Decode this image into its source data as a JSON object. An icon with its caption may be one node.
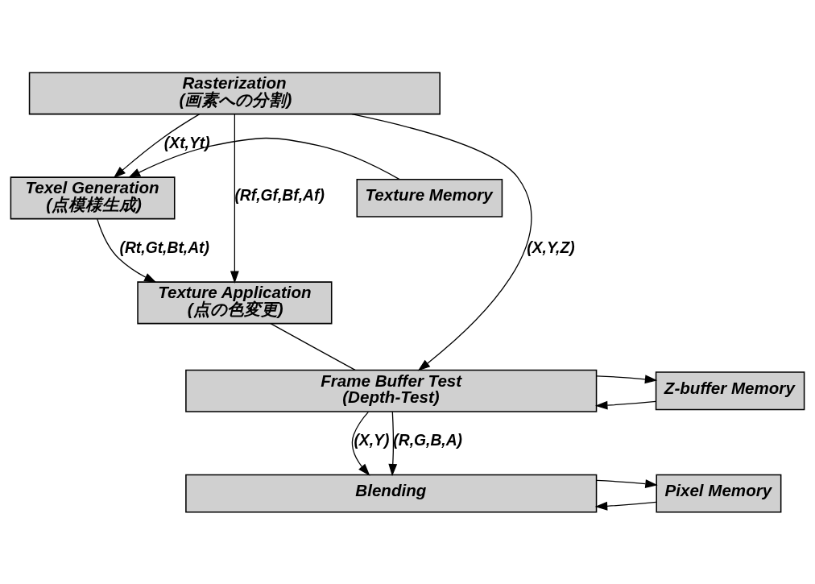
{
  "diagram": {
    "nodes": [
      {
        "text": [
          "Rasterization",
          "(画素への分割)"
        ]
      },
      {
        "text": [
          "Texel Generation",
          "(点模様生成)"
        ]
      },
      {
        "text": [
          "Texture Memory"
        ]
      },
      {
        "text": [
          "Texture Application",
          "(点の色変更)"
        ]
      },
      {
        "text": [
          "Frame Buffer Test",
          "(Depth-Test)"
        ]
      },
      {
        "text": [
          "Z-buffer Memory"
        ]
      },
      {
        "text": [
          "Blending"
        ]
      },
      {
        "text": [
          "Pixel Memory"
        ]
      }
    ],
    "edges": [
      {
        "from": 0,
        "to": 4,
        "arrow": "to",
        "label": "(X,Y,Z)"
      },
      {
        "from": 0,
        "to": 3,
        "arrow": "to",
        "label": "(Rf,Gf,Bf,Af)"
      },
      {
        "from": 0,
        "to": 1,
        "arrow": "to",
        "label": "(Xt,Yt)"
      },
      {
        "from": 2,
        "to": 1,
        "arrow": "to"
      },
      {
        "from": 1,
        "to": 3,
        "arrow": "to",
        "label": "(Rt,Gt,Bt,At)"
      },
      {
        "from": 3,
        "to": 4,
        "arrow": "none"
      },
      {
        "from": 5,
        "to": 4,
        "arrow": "to"
      },
      {
        "from": 4,
        "to": 5,
        "arrow": "to"
      },
      {
        "from": 4,
        "to": 6,
        "arrow": "to",
        "label": "(X,Y)"
      },
      {
        "from": 4,
        "to": 6,
        "arrow": "to",
        "label": "(R,G,B,A)"
      },
      {
        "from": 7,
        "to": 6,
        "arrow": "to"
      },
      {
        "from": 6,
        "to": 7,
        "arrow": "to"
      }
    ]
  }
}
